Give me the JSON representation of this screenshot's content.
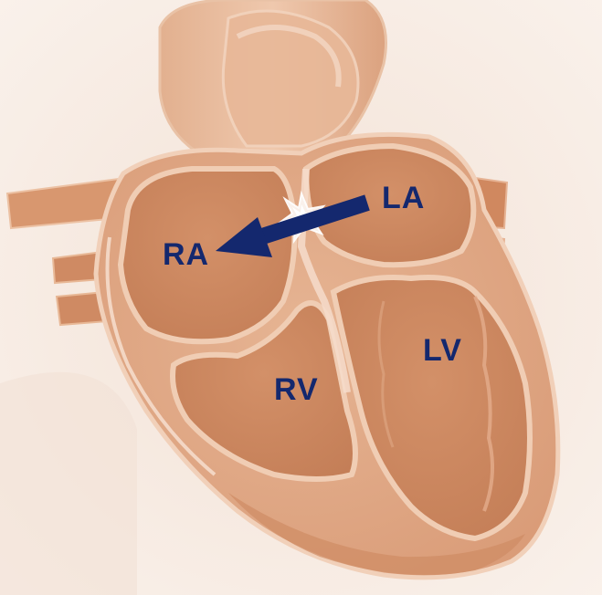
{
  "labels": {
    "la": "LA",
    "ra": "RA",
    "lv": "LV",
    "rv": "RV"
  },
  "colors": {
    "background": "#f6ebe3",
    "heart_outer": "#dfa782",
    "heart_wall": "#efc9ae",
    "chamber_fill": "#cd8a62",
    "chamber_deep": "#c47f57",
    "arrow": "#14286e",
    "label_text": "#14286e"
  },
  "icons": {
    "arrow": "shunt-arrow-icon",
    "defect": "septal-defect-icon"
  }
}
